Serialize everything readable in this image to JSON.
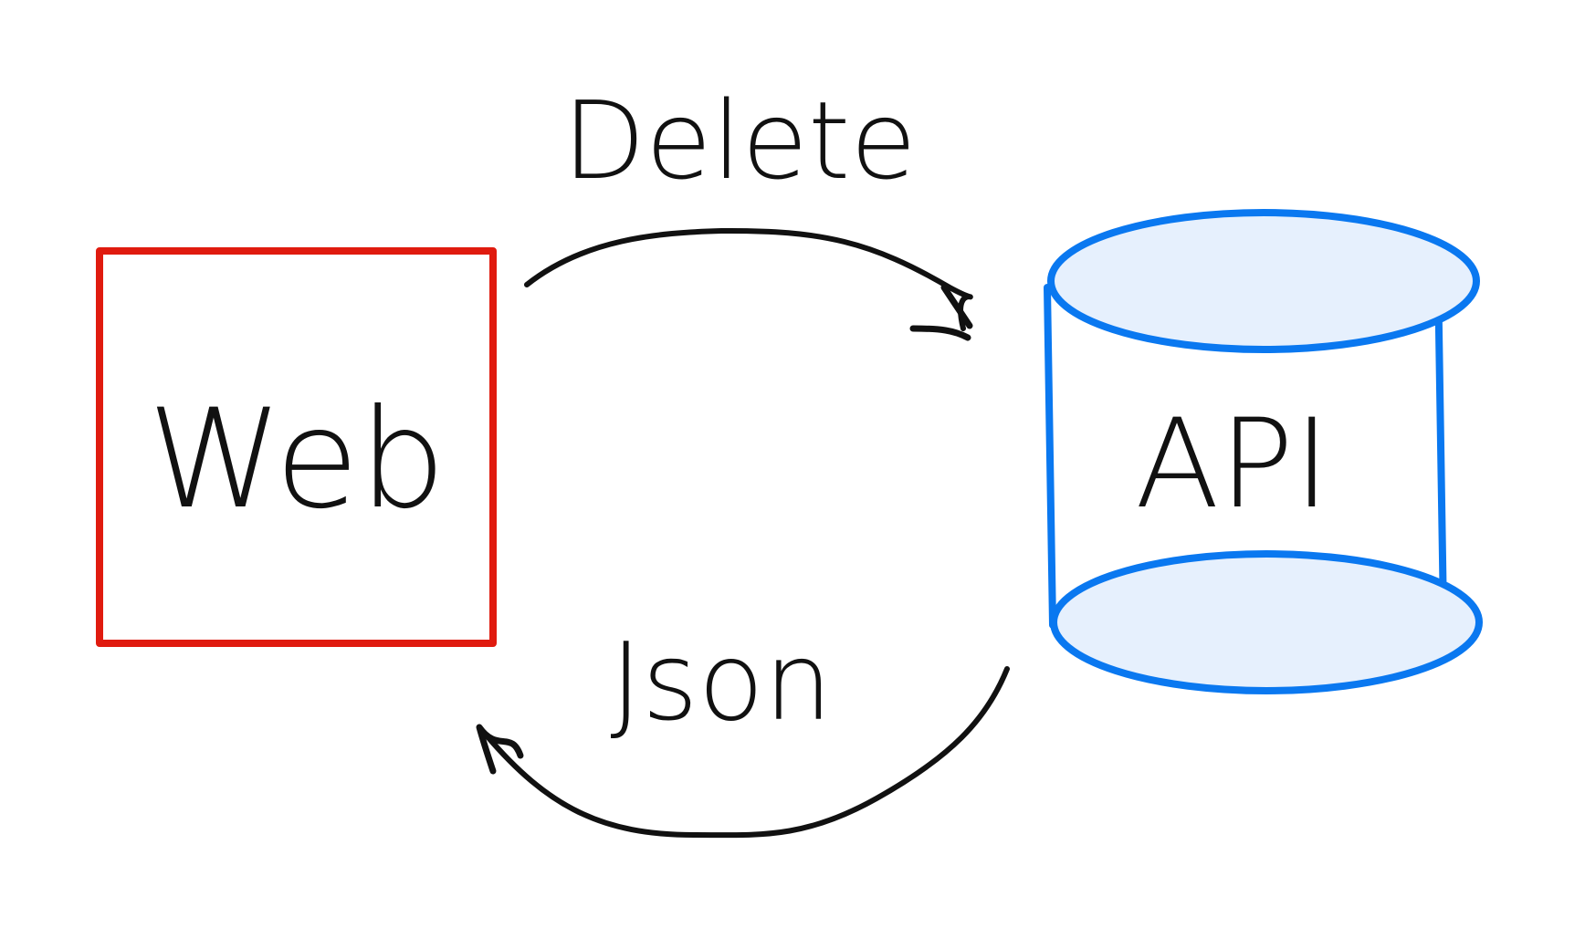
{
  "diagram": {
    "nodes": {
      "web": {
        "label": "Web",
        "shape": "rectangle",
        "stroke_color": "#e01b0f",
        "fill_color": "#ffffff"
      },
      "api": {
        "label": "API",
        "shape": "cylinder",
        "stroke_color": "#0a78f0",
        "fill_color": "#e6f0fd"
      }
    },
    "edges": {
      "request": {
        "label": "Delete",
        "from": "Web",
        "to": "API",
        "color": "#111111"
      },
      "response": {
        "label": "Json",
        "from": "API",
        "to": "Web",
        "color": "#111111"
      }
    }
  }
}
